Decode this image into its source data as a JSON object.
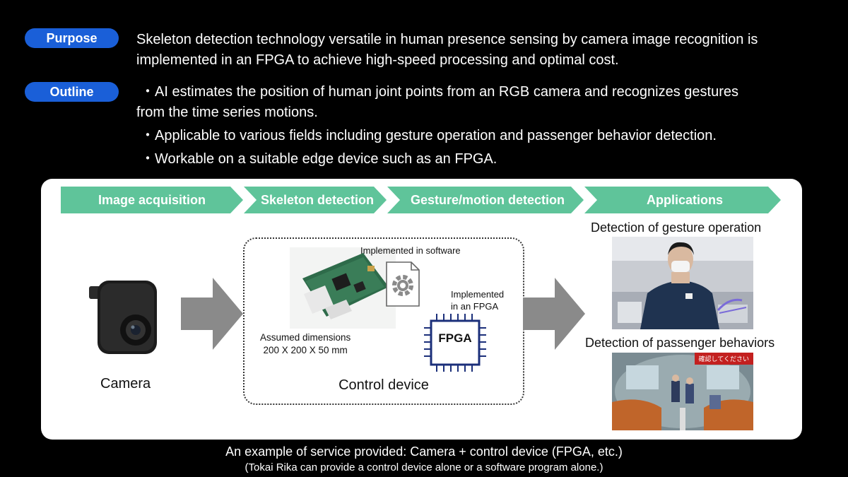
{
  "purpose": {
    "label": "Purpose",
    "text_line1": "Skeleton detection technology versatile in human presence sensing by camera image recognition is",
    "text_line2": "implemented in an FPGA to achieve high-speed processing and optimal cost."
  },
  "outline": {
    "label": "Outline",
    "bullet1_line1": "・AI estimates the position of human joint points from an RGB camera and recognizes gestures",
    "bullet1_line2": "from the time series motions.",
    "bullet2": "・Applicable to various fields including gesture operation and passenger behavior detection.",
    "bullet3": "・Workable on a suitable edge device such as an FPGA."
  },
  "flow": {
    "steps": [
      "Image acquisition",
      "Skeleton detection",
      "Gesture/motion detection",
      "Applications"
    ]
  },
  "camera": {
    "label": "Camera"
  },
  "control_device": {
    "label": "Control device",
    "software_label": "Implemented in software",
    "fpga_label_line1": "Implemented",
    "fpga_label_line2": "in an FPGA",
    "fpga_chip": "FPGA",
    "dims_line1": "Assumed dimensions",
    "dims_line2": "200 X 200 X 50 mm"
  },
  "applications": {
    "app1": "Detection of gesture operation",
    "app2": "Detection of passenger behaviors",
    "screen_text": "確認してください"
  },
  "footer": {
    "line1": "An example of service provided: Camera + control device (FPGA, etc.)",
    "line2": "(Tokai Rika can provide a control device alone or a software program alone.)"
  },
  "colors": {
    "pill": "#1a5fd8",
    "chevron": "#5fc49a",
    "arrow": "#8a8a8a",
    "fpga": "#1b2f7a"
  }
}
